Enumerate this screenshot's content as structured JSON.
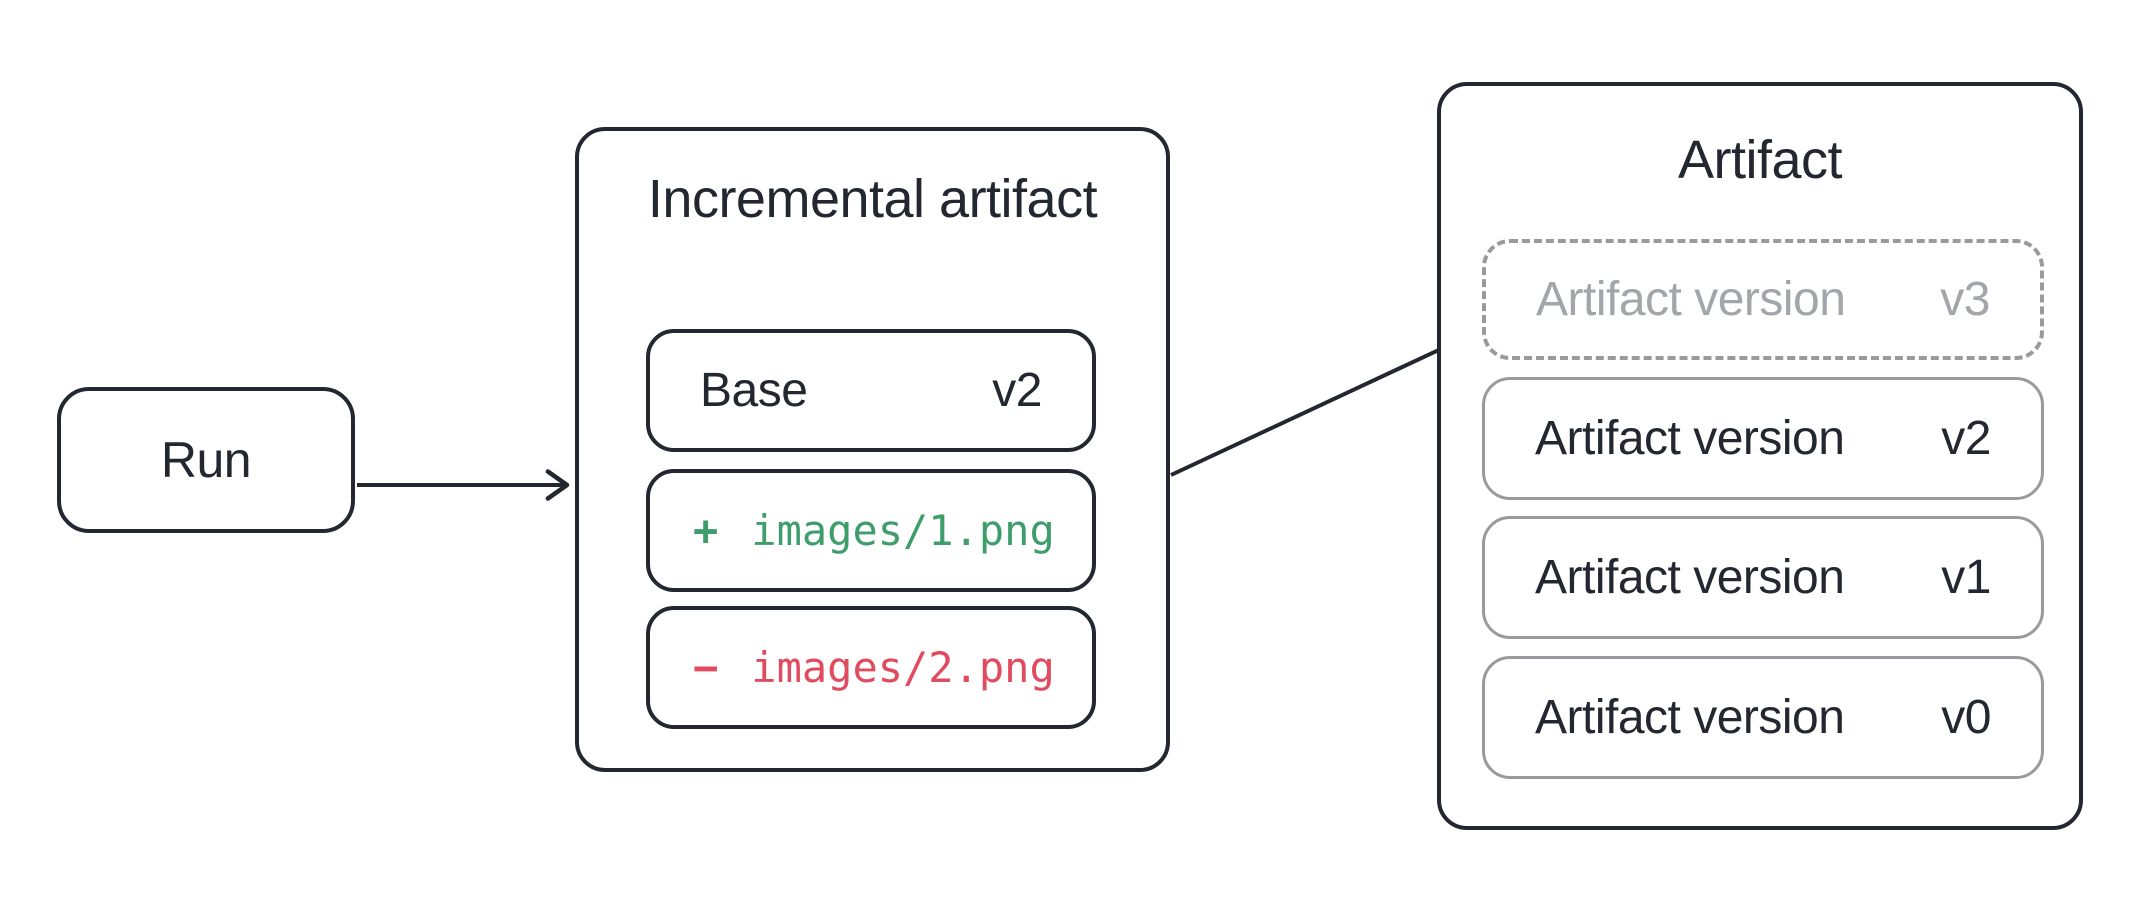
{
  "colors": {
    "ink": "#232830",
    "border_gray": "#9a9a9e",
    "text_gray": "#a2a6aa",
    "added_green": "#3e9d6a",
    "removed_red": "#e14b5f",
    "background": "#ffffff"
  },
  "nodes": {
    "run": {
      "label": "Run"
    },
    "incremental_artifact": {
      "title": "Incremental artifact",
      "base": {
        "label": "Base",
        "version": "v2"
      },
      "added_file": {
        "sign": "+",
        "path": "images/1.png"
      },
      "removed_file": {
        "sign": "−",
        "path": "images/2.png"
      }
    },
    "artifact": {
      "title": "Artifact",
      "versions": [
        {
          "label": "Artifact version",
          "version": "v3",
          "dashed": true
        },
        {
          "label": "Artifact version",
          "version": "v2",
          "dashed": false
        },
        {
          "label": "Artifact version",
          "version": "v1",
          "dashed": false
        },
        {
          "label": "Artifact version",
          "version": "v0",
          "dashed": false
        }
      ]
    }
  },
  "edges": [
    {
      "from": "run",
      "to": "incremental-artifact"
    },
    {
      "from": "incremental-artifact",
      "to": "artifact-version-v3"
    }
  ]
}
